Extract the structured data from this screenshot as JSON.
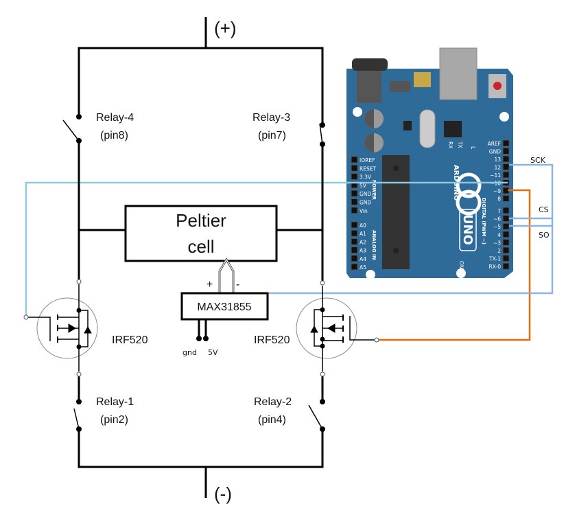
{
  "supply": {
    "positive": "(+)",
    "negative": "(-)"
  },
  "relays": [
    {
      "name": "Relay-4",
      "pin": "(pin8)"
    },
    {
      "name": "Relay-3",
      "pin": "(pin7)"
    },
    {
      "name": "Relay-1",
      "pin": "(pin2)"
    },
    {
      "name": "Relay-2",
      "pin": "(pin4)"
    }
  ],
  "peltier": {
    "line1": "Peltier",
    "line2": "cell"
  },
  "thermocouple": {
    "plus": "+",
    "minus": "-"
  },
  "max": {
    "label": "MAX31855",
    "gnd": "gnd",
    "vcc": "5V"
  },
  "mosfets": [
    {
      "label": "IRF520"
    },
    {
      "label": "IRF520"
    }
  ],
  "signals": {
    "sck": "SCK",
    "cs": "CS",
    "so": "SO"
  },
  "colors": {
    "gate_left": "#8fc9e0",
    "gate_right": "#e46c0a",
    "spi": "#8db3e2",
    "board": "#2f6b99"
  },
  "arduino": {
    "logo": "ARDUINO",
    "model": "UNO",
    "digital_label": "DIGITAL (PWM ~)",
    "power_label": "POWER",
    "analog_label": "ANALOG IN",
    "rx": "RX",
    "tx": "TX",
    "l": "L",
    "on": "ON",
    "digital_pins": [
      "AREF",
      "GND",
      "13",
      "12",
      "~11",
      "~10",
      "~9",
      "8",
      "7",
      "~6",
      "~5",
      "4",
      "~3",
      "2",
      "TX-1",
      "RX-0"
    ],
    "power_pins": [
      "IOREF",
      "RESET",
      "3.3V",
      "5V",
      "GND",
      "GND",
      "Vin"
    ],
    "analog_pins": [
      "A0",
      "A1",
      "A2",
      "A3",
      "A4",
      "A5"
    ]
  }
}
